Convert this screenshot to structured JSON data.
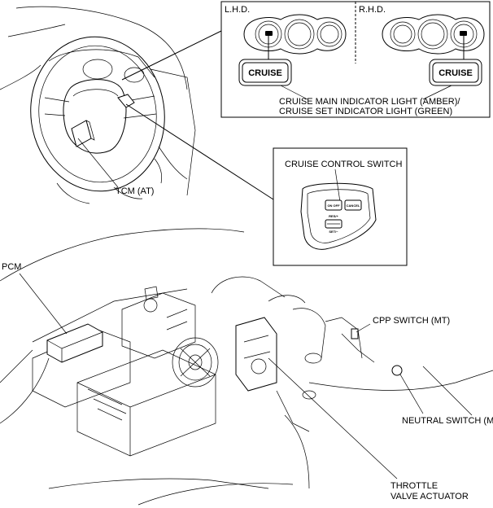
{
  "lhd_box": {
    "heading": "L.H.D.",
    "badge": "CRUISE"
  },
  "rhd_box": {
    "heading": "R.H.D.",
    "badge": "CRUISE"
  },
  "indicator_caption": {
    "line1": "CRUISE MAIN INDICATOR LIGHT (AMBER)/",
    "line2": "CRUISE SET INDICATOR LIGHT (GREEN)"
  },
  "switch_box": {
    "title": "CRUISE CONTROL SWITCH",
    "btn_onoff": "ON OFF",
    "btn_cancel": "CANCEL",
    "btn_resume": "RES/+",
    "btn_set": "SET/−"
  },
  "labels": {
    "tcm": "TCM (AT)",
    "pcm": "PCM",
    "cpp_switch": "CPP SWITCH (MT)",
    "neutral_switch": "NEUTRAL SWITCH (MT)",
    "throttle_line1": "THROTTLE",
    "throttle_line2": "VALVE ACTUATOR"
  }
}
